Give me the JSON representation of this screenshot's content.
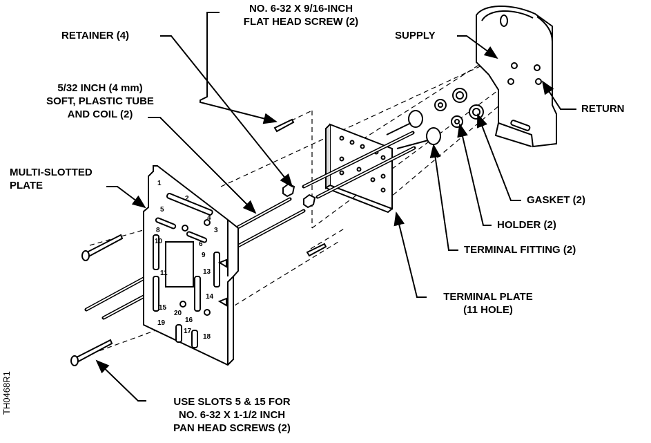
{
  "labels": {
    "retainer": "RETAINER (4)",
    "flat_screw_1": "NO. 6-32 X 9/16-INCH",
    "flat_screw_2": "FLAT HEAD SCREW (2)",
    "supply": "SUPPLY",
    "return": "RETURN",
    "tube_1": "5/32 INCH (4 mm)",
    "tube_2": "SOFT, PLASTIC TUBE",
    "tube_3": "AND COIL (2)",
    "multi_1": "MULTI-SLOTTED",
    "multi_2": "PLATE",
    "gasket": "GASKET (2)",
    "holder": "HOLDER (2)",
    "terminal_fitting": "TERMINAL FITTING (2)",
    "terminal_plate_1": "TERMINAL PLATE",
    "terminal_plate_2": "(11 HOLE)",
    "slots_1": "USE SLOTS 5 & 15 FOR",
    "slots_2": "NO. 6-32 X 1-1/2 INCH",
    "slots_3": "PAN HEAD SCREWS (2)"
  },
  "slot_numbers": [
    "1",
    "2",
    "3",
    "4",
    "5",
    "6",
    "8",
    "9",
    "10",
    "11",
    "13",
    "14",
    "15",
    "16",
    "17",
    "18",
    "19",
    "20"
  ],
  "figure_id": "TH0468R1"
}
